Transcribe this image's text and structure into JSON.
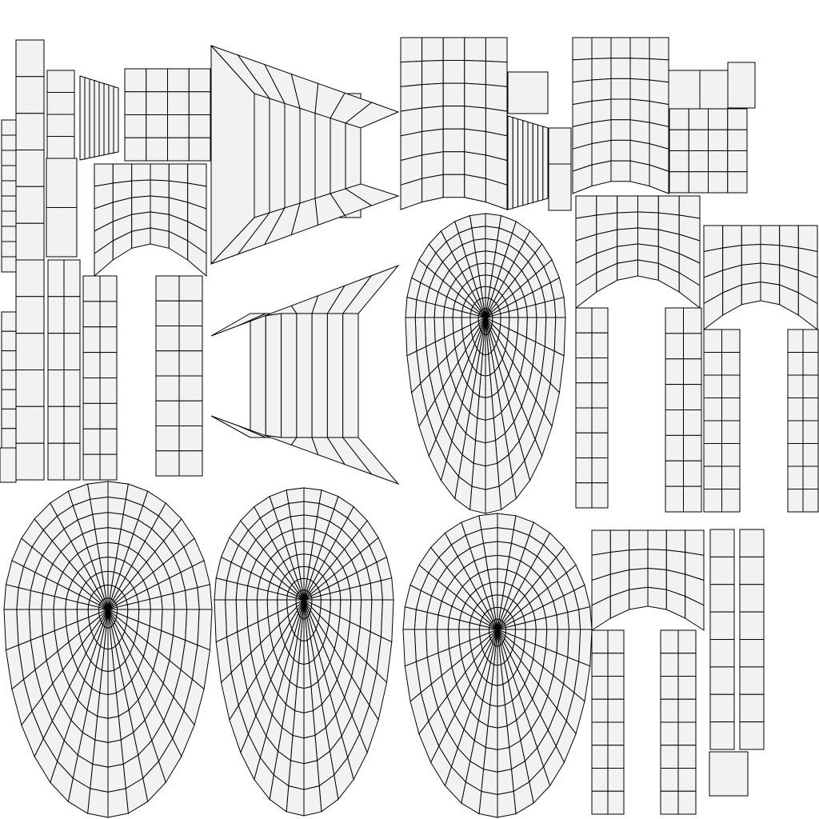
{
  "colors": {
    "background": "#ffffff",
    "island_fill": "#f2f2f2",
    "edge_stroke": "#000000"
  },
  "island_types": [
    "radial-face-mesh",
    "grid-strip-mesh",
    "fan-mesh",
    "small-part"
  ]
}
